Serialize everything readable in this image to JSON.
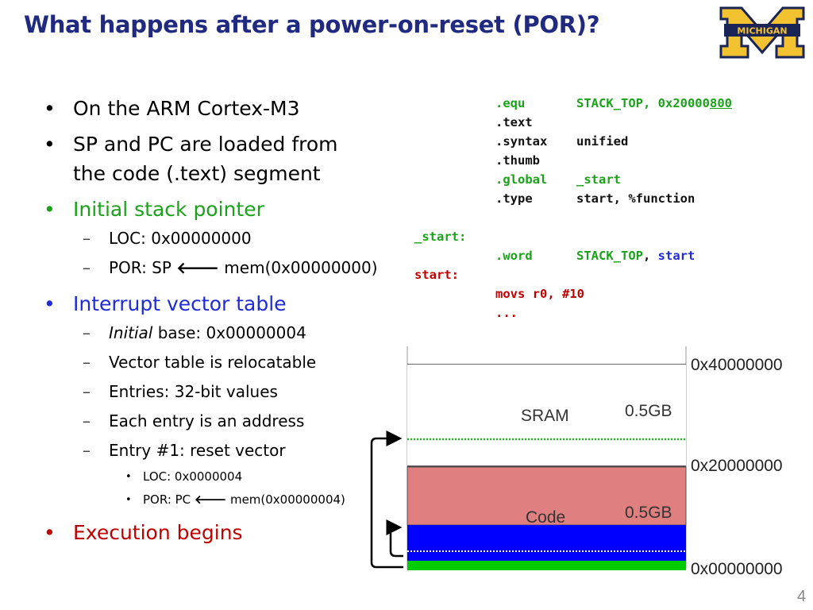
{
  "slide": {
    "title": "What happens after a power-on-reset (POR)?",
    "page_number": "4",
    "logo_text": "MICHIGAN"
  },
  "bullets": {
    "b1": "On the ARM Cortex-M3",
    "b2": "SP and PC are loaded from",
    "b2_cont": "the code (.text) segment",
    "b3": "Initial stack pointer",
    "b3_sub1": "LOC: 0x00000000",
    "b3_sub2_pre": "POR: SP",
    "b3_sub2_post": "mem(0x00000000)",
    "b4": "Interrupt vector table",
    "b4_sub1_em": "Initial",
    "b4_sub1_rest": " base: 0x00000004",
    "b4_sub2": "Vector table is relocatable",
    "b4_sub3": "Entries: 32-bit values",
    "b4_sub4": "Each entry is an address",
    "b4_sub5": "Entry #1: reset vector",
    "b4_sub5_a": "LOC: 0x0000004",
    "b4_sub5_b_pre": "POR: PC",
    "b4_sub5_b_post": "mem(0x00000004)",
    "b5": "Execution begins",
    "arrow_glyph": "🡐"
  },
  "code": {
    "l1_dir": ".equ",
    "l1_a": "STACK_TOP, 0x20000",
    "l1_b": "800",
    "l2_dir": ".text",
    "l3_dir": ".syntax",
    "l3_arg": "unified",
    "l4_dir": ".thumb",
    "l5_dir": ".global",
    "l5_arg": "_start",
    "l6_dir": ".type",
    "l6_arg": "start, %function",
    "l7_label": "_start:",
    "l8_dir": ".word",
    "l8_a": "STACK_TOP",
    "l8_sep": ", ",
    "l8_b": "start",
    "l9_label": "start:",
    "l10": "movs r0, #10",
    "l11": "..."
  },
  "memory_map": {
    "regions": [
      {
        "name": "SRAM",
        "size": "0.5GB"
      },
      {
        "name": "Code",
        "size": "0.5GB"
      }
    ],
    "addresses": [
      "0x40000000",
      "0x20000000",
      "0x00000000"
    ],
    "colors": {
      "code": "#e07f7f",
      "vector_table": "#0000ff",
      "entry": "#00cc00",
      "stack_top_marker": "#22bb22",
      "sram": "#ffffff"
    }
  },
  "colors": {
    "title": "#1f2a80",
    "green": "#1aa31a",
    "blue": "#1f2ad8",
    "red": "#c00000"
  }
}
